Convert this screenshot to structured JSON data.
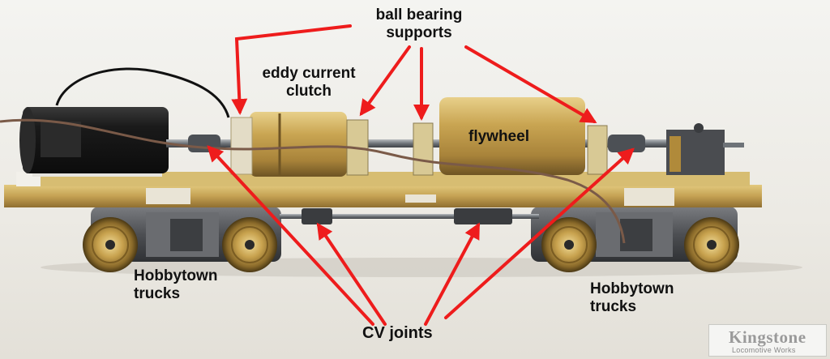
{
  "labels": {
    "ball_bearing_line1": "ball bearing",
    "ball_bearing_line2": "supports",
    "eddy_line1": "eddy current",
    "eddy_line2": "clutch",
    "flywheel": "flywheel",
    "hobbytown_left_line1": "Hobbytown",
    "hobbytown_left_line2": "trucks",
    "hobbytown_right_line1": "Hobbytown",
    "hobbytown_right_line2": "trucks",
    "cv_joints": "CV joints"
  },
  "logo": {
    "brand": "Kingstone",
    "sub": "Locomotive Works"
  },
  "colors": {
    "arrow": "#ee1c1c",
    "brass": "#c8a24e",
    "brass_dark": "#8a6a2a",
    "motor": "#1c1c1c",
    "truck": "#55575b"
  }
}
